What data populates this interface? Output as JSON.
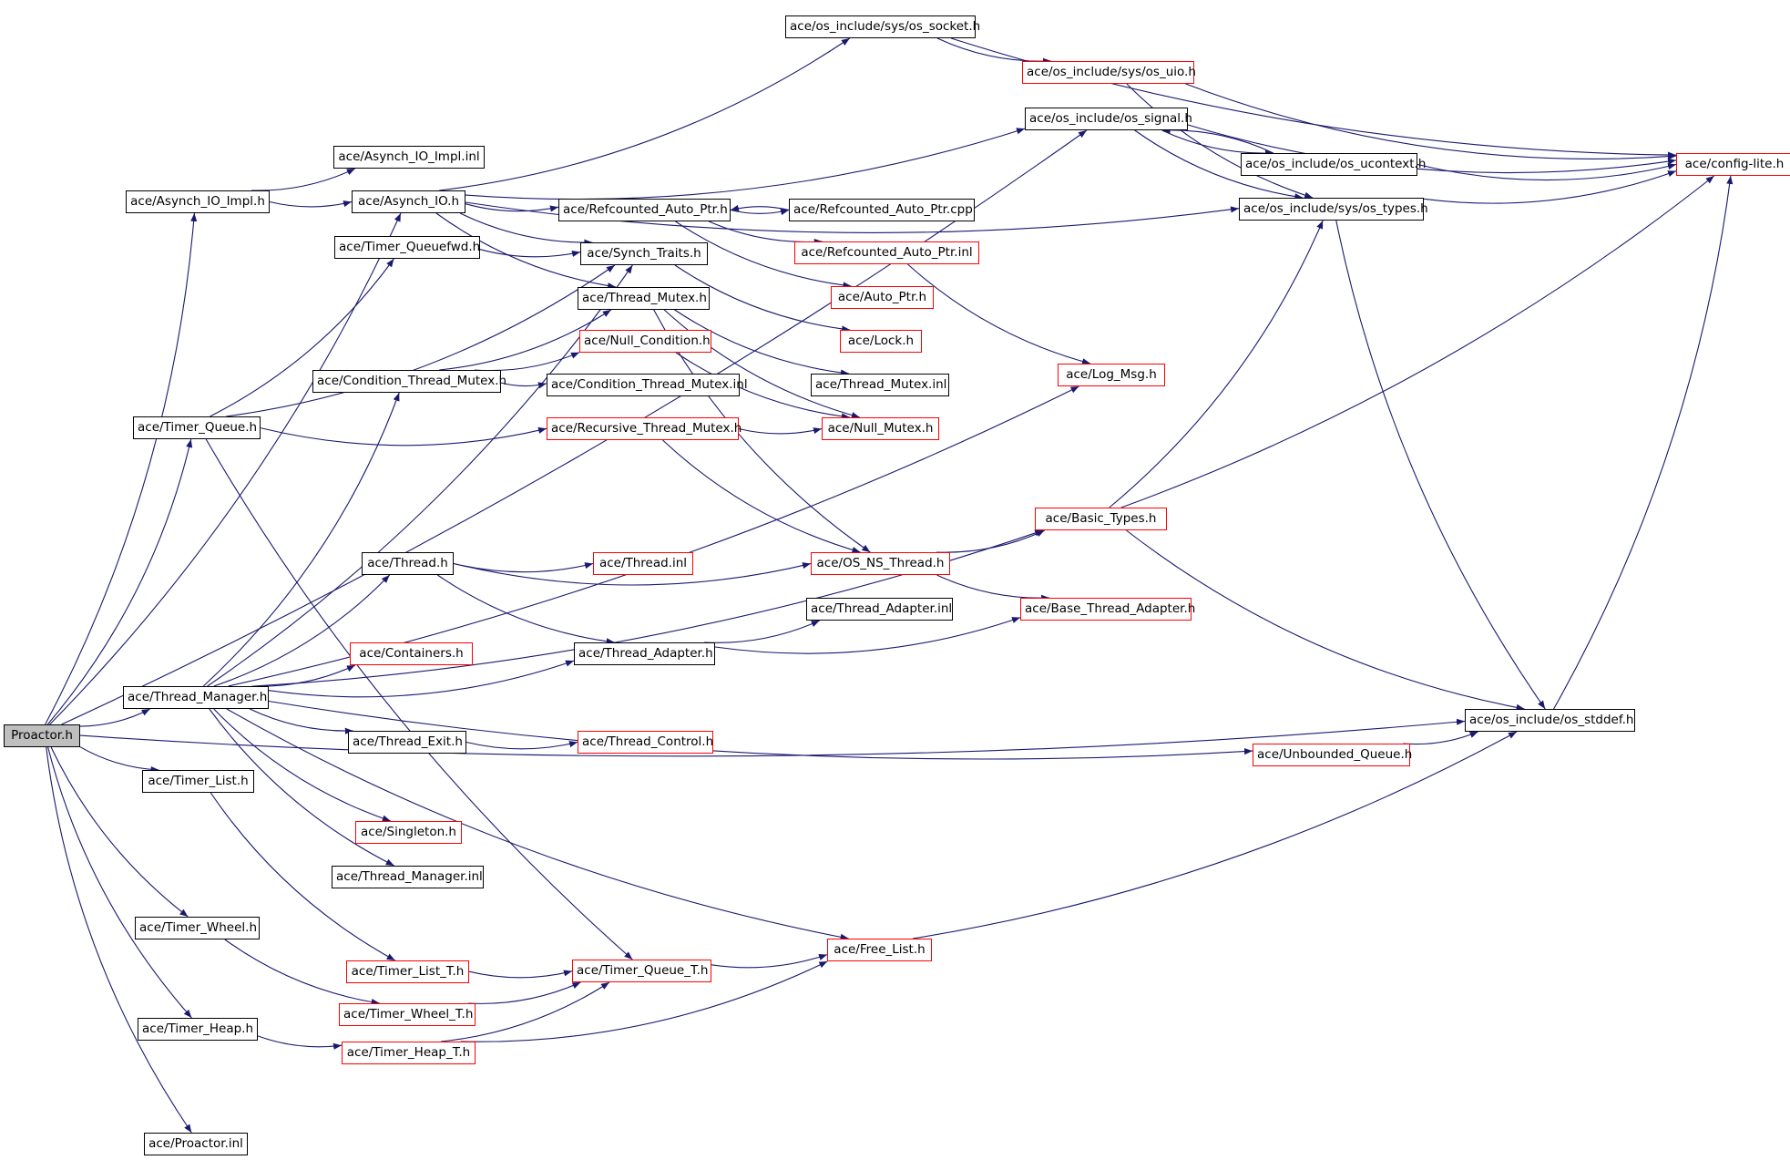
{
  "diagram": {
    "colors": {
      "edge": "#191970",
      "node_border_default": "#000000",
      "node_border_truncated": "#ff0000",
      "root_fill": "#bfbfbf",
      "node_fill": "#ffffff"
    },
    "nodes": [
      {
        "id": "proactor_h",
        "label": "Proactor.h",
        "style": "root"
      },
      {
        "id": "asynch_io_impl_h",
        "label": "ace/Asynch_IO_Impl.h",
        "style": "black"
      },
      {
        "id": "asynch_io_impl_inl",
        "label": "ace/Asynch_IO_Impl.inl",
        "style": "black"
      },
      {
        "id": "asynch_io_h",
        "label": "ace/Asynch_IO.h",
        "style": "black"
      },
      {
        "id": "os_socket_h",
        "label": "ace/os_include/sys/os_socket.h",
        "style": "black"
      },
      {
        "id": "os_uio_h",
        "label": "ace/os_include/sys/os_uio.h",
        "style": "red"
      },
      {
        "id": "os_signal_h",
        "label": "ace/os_include/os_signal.h",
        "style": "black"
      },
      {
        "id": "os_ucontext_h",
        "label": "ace/os_include/os_ucontext.h",
        "style": "black"
      },
      {
        "id": "config_lite_h",
        "label": "ace/config-lite.h",
        "style": "red"
      },
      {
        "id": "os_types_h",
        "label": "ace/os_include/sys/os_types.h",
        "style": "black"
      },
      {
        "id": "refcounted_auto_ptr_h",
        "label": "ace/Refcounted_Auto_Ptr.h",
        "style": "black"
      },
      {
        "id": "refcounted_auto_ptr_cpp",
        "label": "ace/Refcounted_Auto_Ptr.cpp",
        "style": "black"
      },
      {
        "id": "refcounted_auto_ptr_inl",
        "label": "ace/Refcounted_Auto_Ptr.inl",
        "style": "red"
      },
      {
        "id": "auto_ptr_h",
        "label": "ace/Auto_Ptr.h",
        "style": "red"
      },
      {
        "id": "lock_h",
        "label": "ace/Lock.h",
        "style": "red"
      },
      {
        "id": "log_msg_h",
        "label": "ace/Log_Msg.h",
        "style": "red"
      },
      {
        "id": "timer_queuefwd_h",
        "label": "ace/Timer_Queuefwd.h",
        "style": "black"
      },
      {
        "id": "synch_traits_h",
        "label": "ace/Synch_Traits.h",
        "style": "black"
      },
      {
        "id": "thread_mutex_h",
        "label": "ace/Thread_Mutex.h",
        "style": "black"
      },
      {
        "id": "null_condition_h",
        "label": "ace/Null_Condition.h",
        "style": "red"
      },
      {
        "id": "thread_mutex_inl",
        "label": "ace/Thread_Mutex.inl",
        "style": "black"
      },
      {
        "id": "condition_thread_mutex_h",
        "label": "ace/Condition_Thread_Mutex.h",
        "style": "black"
      },
      {
        "id": "condition_thread_mutex_inl",
        "label": "ace/Condition_Thread_Mutex.inl",
        "style": "black"
      },
      {
        "id": "timer_queue_h",
        "label": "ace/Timer_Queue.h",
        "style": "black"
      },
      {
        "id": "recursive_thread_mutex_h",
        "label": "ace/Recursive_Thread_Mutex.h",
        "style": "red"
      },
      {
        "id": "null_mutex_h",
        "label": "ace/Null_Mutex.h",
        "style": "red"
      },
      {
        "id": "basic_types_h",
        "label": "ace/Basic_Types.h",
        "style": "red"
      },
      {
        "id": "thread_h",
        "label": "ace/Thread.h",
        "style": "black"
      },
      {
        "id": "thread_inl",
        "label": "ace/Thread.inl",
        "style": "red"
      },
      {
        "id": "os_ns_thread_h",
        "label": "ace/OS_NS_Thread.h",
        "style": "red"
      },
      {
        "id": "thread_adapter_inl",
        "label": "ace/Thread_Adapter.inl",
        "style": "black"
      },
      {
        "id": "base_thread_adapter_h",
        "label": "ace/Base_Thread_Adapter.h",
        "style": "red"
      },
      {
        "id": "containers_h",
        "label": "ace/Containers.h",
        "style": "red"
      },
      {
        "id": "thread_adapter_h",
        "label": "ace/Thread_Adapter.h",
        "style": "black"
      },
      {
        "id": "thread_manager_h",
        "label": "ace/Thread_Manager.h",
        "style": "black"
      },
      {
        "id": "os_stddef_h",
        "label": "ace/os_include/os_stddef.h",
        "style": "black"
      },
      {
        "id": "timer_list_h",
        "label": "ace/Timer_List.h",
        "style": "black"
      },
      {
        "id": "thread_exit_h",
        "label": "ace/Thread_Exit.h",
        "style": "black"
      },
      {
        "id": "thread_control_h",
        "label": "ace/Thread_Control.h",
        "style": "red"
      },
      {
        "id": "unbounded_queue_h",
        "label": "ace/Unbounded_Queue.h",
        "style": "red"
      },
      {
        "id": "singleton_h",
        "label": "ace/Singleton.h",
        "style": "red"
      },
      {
        "id": "thread_manager_inl",
        "label": "ace/Thread_Manager.inl",
        "style": "black"
      },
      {
        "id": "timer_wheel_h",
        "label": "ace/Timer_Wheel.h",
        "style": "black"
      },
      {
        "id": "free_list_h",
        "label": "ace/Free_List.h",
        "style": "red"
      },
      {
        "id": "timer_list_t_h",
        "label": "ace/Timer_List_T.h",
        "style": "red"
      },
      {
        "id": "timer_queue_t_h",
        "label": "ace/Timer_Queue_T.h",
        "style": "red"
      },
      {
        "id": "timer_wheel_t_h",
        "label": "ace/Timer_Wheel_T.h",
        "style": "red"
      },
      {
        "id": "timer_heap_h",
        "label": "ace/Timer_Heap.h",
        "style": "black"
      },
      {
        "id": "timer_heap_t_h",
        "label": "ace/Timer_Heap_T.h",
        "style": "red"
      },
      {
        "id": "proactor_inl",
        "label": "ace/Proactor.inl",
        "style": "black"
      }
    ],
    "edges": [
      [
        "proactor_h",
        "asynch_io_impl_h"
      ],
      [
        "proactor_h",
        "asynch_io_h"
      ],
      [
        "proactor_h",
        "os_signal_h"
      ],
      [
        "proactor_h",
        "timer_queue_h"
      ],
      [
        "proactor_h",
        "thread_manager_h"
      ],
      [
        "proactor_h",
        "timer_list_h"
      ],
      [
        "proactor_h",
        "timer_wheel_h"
      ],
      [
        "proactor_h",
        "timer_heap_h"
      ],
      [
        "proactor_h",
        "proactor_inl"
      ],
      [
        "proactor_h",
        "os_stddef_h"
      ],
      [
        "asynch_io_impl_h",
        "asynch_io_impl_inl"
      ],
      [
        "asynch_io_impl_h",
        "asynch_io_h"
      ],
      [
        "asynch_io_h",
        "os_socket_h"
      ],
      [
        "asynch_io_h",
        "os_signal_h"
      ],
      [
        "asynch_io_h",
        "os_types_h"
      ],
      [
        "asynch_io_h",
        "refcounted_auto_ptr_h"
      ],
      [
        "asynch_io_h",
        "synch_traits_h"
      ],
      [
        "asynch_io_h",
        "thread_mutex_h"
      ],
      [
        "os_socket_h",
        "os_uio_h"
      ],
      [
        "os_socket_h",
        "config_lite_h"
      ],
      [
        "os_uio_h",
        "config_lite_h"
      ],
      [
        "os_uio_h",
        "os_types_h"
      ],
      [
        "os_signal_h",
        "config_lite_h"
      ],
      [
        "os_signal_h",
        "os_ucontext_h"
      ],
      [
        "os_signal_h",
        "os_types_h"
      ],
      [
        "os_ucontext_h",
        "config_lite_h"
      ],
      [
        "os_ucontext_h",
        "os_signal_h"
      ],
      [
        "os_types_h",
        "config_lite_h"
      ],
      [
        "os_types_h",
        "os_stddef_h"
      ],
      [
        "refcounted_auto_ptr_h",
        "refcounted_auto_ptr_cpp"
      ],
      [
        "refcounted_auto_ptr_cpp",
        "refcounted_auto_ptr_h"
      ],
      [
        "refcounted_auto_ptr_h",
        "refcounted_auto_ptr_inl"
      ],
      [
        "refcounted_auto_ptr_h",
        "auto_ptr_h"
      ],
      [
        "refcounted_auto_ptr_inl",
        "log_msg_h"
      ],
      [
        "timer_queuefwd_h",
        "synch_traits_h"
      ],
      [
        "synch_traits_h",
        "lock_h"
      ],
      [
        "thread_mutex_h",
        "thread_mutex_inl"
      ],
      [
        "thread_mutex_h",
        "null_mutex_h"
      ],
      [
        "thread_mutex_h",
        "os_ns_thread_h"
      ],
      [
        "null_condition_h",
        "null_mutex_h"
      ],
      [
        "condition_thread_mutex_h",
        "thread_mutex_h"
      ],
      [
        "condition_thread_mutex_h",
        "null_condition_h"
      ],
      [
        "condition_thread_mutex_h",
        "condition_thread_mutex_inl"
      ],
      [
        "timer_queue_h",
        "timer_queuefwd_h"
      ],
      [
        "timer_queue_h",
        "synch_traits_h"
      ],
      [
        "timer_queue_h",
        "recursive_thread_mutex_h"
      ],
      [
        "timer_queue_h",
        "timer_queue_t_h"
      ],
      [
        "recursive_thread_mutex_h",
        "null_mutex_h"
      ],
      [
        "recursive_thread_mutex_h",
        "os_ns_thread_h"
      ],
      [
        "basic_types_h",
        "config_lite_h"
      ],
      [
        "basic_types_h",
        "os_types_h"
      ],
      [
        "basic_types_h",
        "os_stddef_h"
      ],
      [
        "thread_h",
        "thread_inl"
      ],
      [
        "thread_h",
        "os_ns_thread_h"
      ],
      [
        "thread_h",
        "thread_adapter_h"
      ],
      [
        "os_ns_thread_h",
        "basic_types_h"
      ],
      [
        "os_ns_thread_h",
        "base_thread_adapter_h"
      ],
      [
        "thread_adapter_h",
        "thread_adapter_inl"
      ],
      [
        "thread_adapter_h",
        "base_thread_adapter_h"
      ],
      [
        "thread_manager_h",
        "condition_thread_mutex_h"
      ],
      [
        "thread_manager_h",
        "synch_traits_h"
      ],
      [
        "thread_manager_h",
        "log_msg_h"
      ],
      [
        "thread_manager_h",
        "basic_types_h"
      ],
      [
        "thread_manager_h",
        "thread_h"
      ],
      [
        "thread_manager_h",
        "containers_h"
      ],
      [
        "thread_manager_h",
        "thread_adapter_h"
      ],
      [
        "thread_manager_h",
        "thread_exit_h"
      ],
      [
        "thread_manager_h",
        "unbounded_queue_h"
      ],
      [
        "thread_manager_h",
        "singleton_h"
      ],
      [
        "thread_manager_h",
        "thread_manager_inl"
      ],
      [
        "thread_manager_h",
        "free_list_h"
      ],
      [
        "thread_exit_h",
        "thread_control_h"
      ],
      [
        "unbounded_queue_h",
        "os_stddef_h"
      ],
      [
        "os_stddef_h",
        "config_lite_h"
      ],
      [
        "timer_list_h",
        "timer_list_t_h"
      ],
      [
        "timer_wheel_h",
        "timer_wheel_t_h"
      ],
      [
        "timer_heap_h",
        "timer_heap_t_h"
      ],
      [
        "timer_list_t_h",
        "timer_queue_t_h"
      ],
      [
        "timer_wheel_t_h",
        "timer_queue_t_h"
      ],
      [
        "timer_heap_t_h",
        "timer_queue_t_h"
      ],
      [
        "timer_heap_t_h",
        "free_list_h"
      ],
      [
        "timer_queue_t_h",
        "free_list_h"
      ],
      [
        "free_list_h",
        "os_stddef_h"
      ]
    ]
  }
}
